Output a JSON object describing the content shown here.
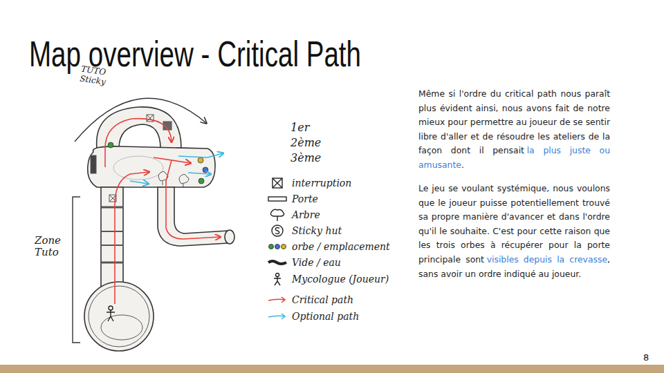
{
  "diagram": {
    "title": "Map overview - Critical Path",
    "labels": [
      "TUTO Sticky",
      "Zone Tuto",
      "1er",
      "2ème",
      "3ème",
      "Même si l'ordre du critical path nous paraît plus évident ainsi, nous avons fait de notre mieux pour permettre au joueur de se sentir libre d'aller et de résoudre les ateliers de la façon dont il pensait",
      "la plus juste ou amusante",
      ".",
      "Le jeu se voulant systémique, nous voulons que le joueur puisse potentiellement trouvé sa propre manière d'avancer et dans l'ordre qu'il le souhaite. C'est pour cette raison que les trois orbes à récupérer pour la porte principale sont",
      "visibles depuis la crevasse",
      ", sans avoir un ordre indiqué au joueur.",
      "8"
    ],
    "legend": [
      {
        "text": "interruption"
      },
      {
        "text": "Porte"
      },
      {
        "text": "Arbre"
      },
      {
        "text": "Sticky hut"
      },
      {
        "text": "orbe / emplacement"
      },
      {
        "text": "Vide / eau"
      },
      {
        "text": "Mycologue (Joueur)"
      },
      {
        "text": "Critical path"
      },
      {
        "text": "Optional path"
      }
    ]
  }
}
